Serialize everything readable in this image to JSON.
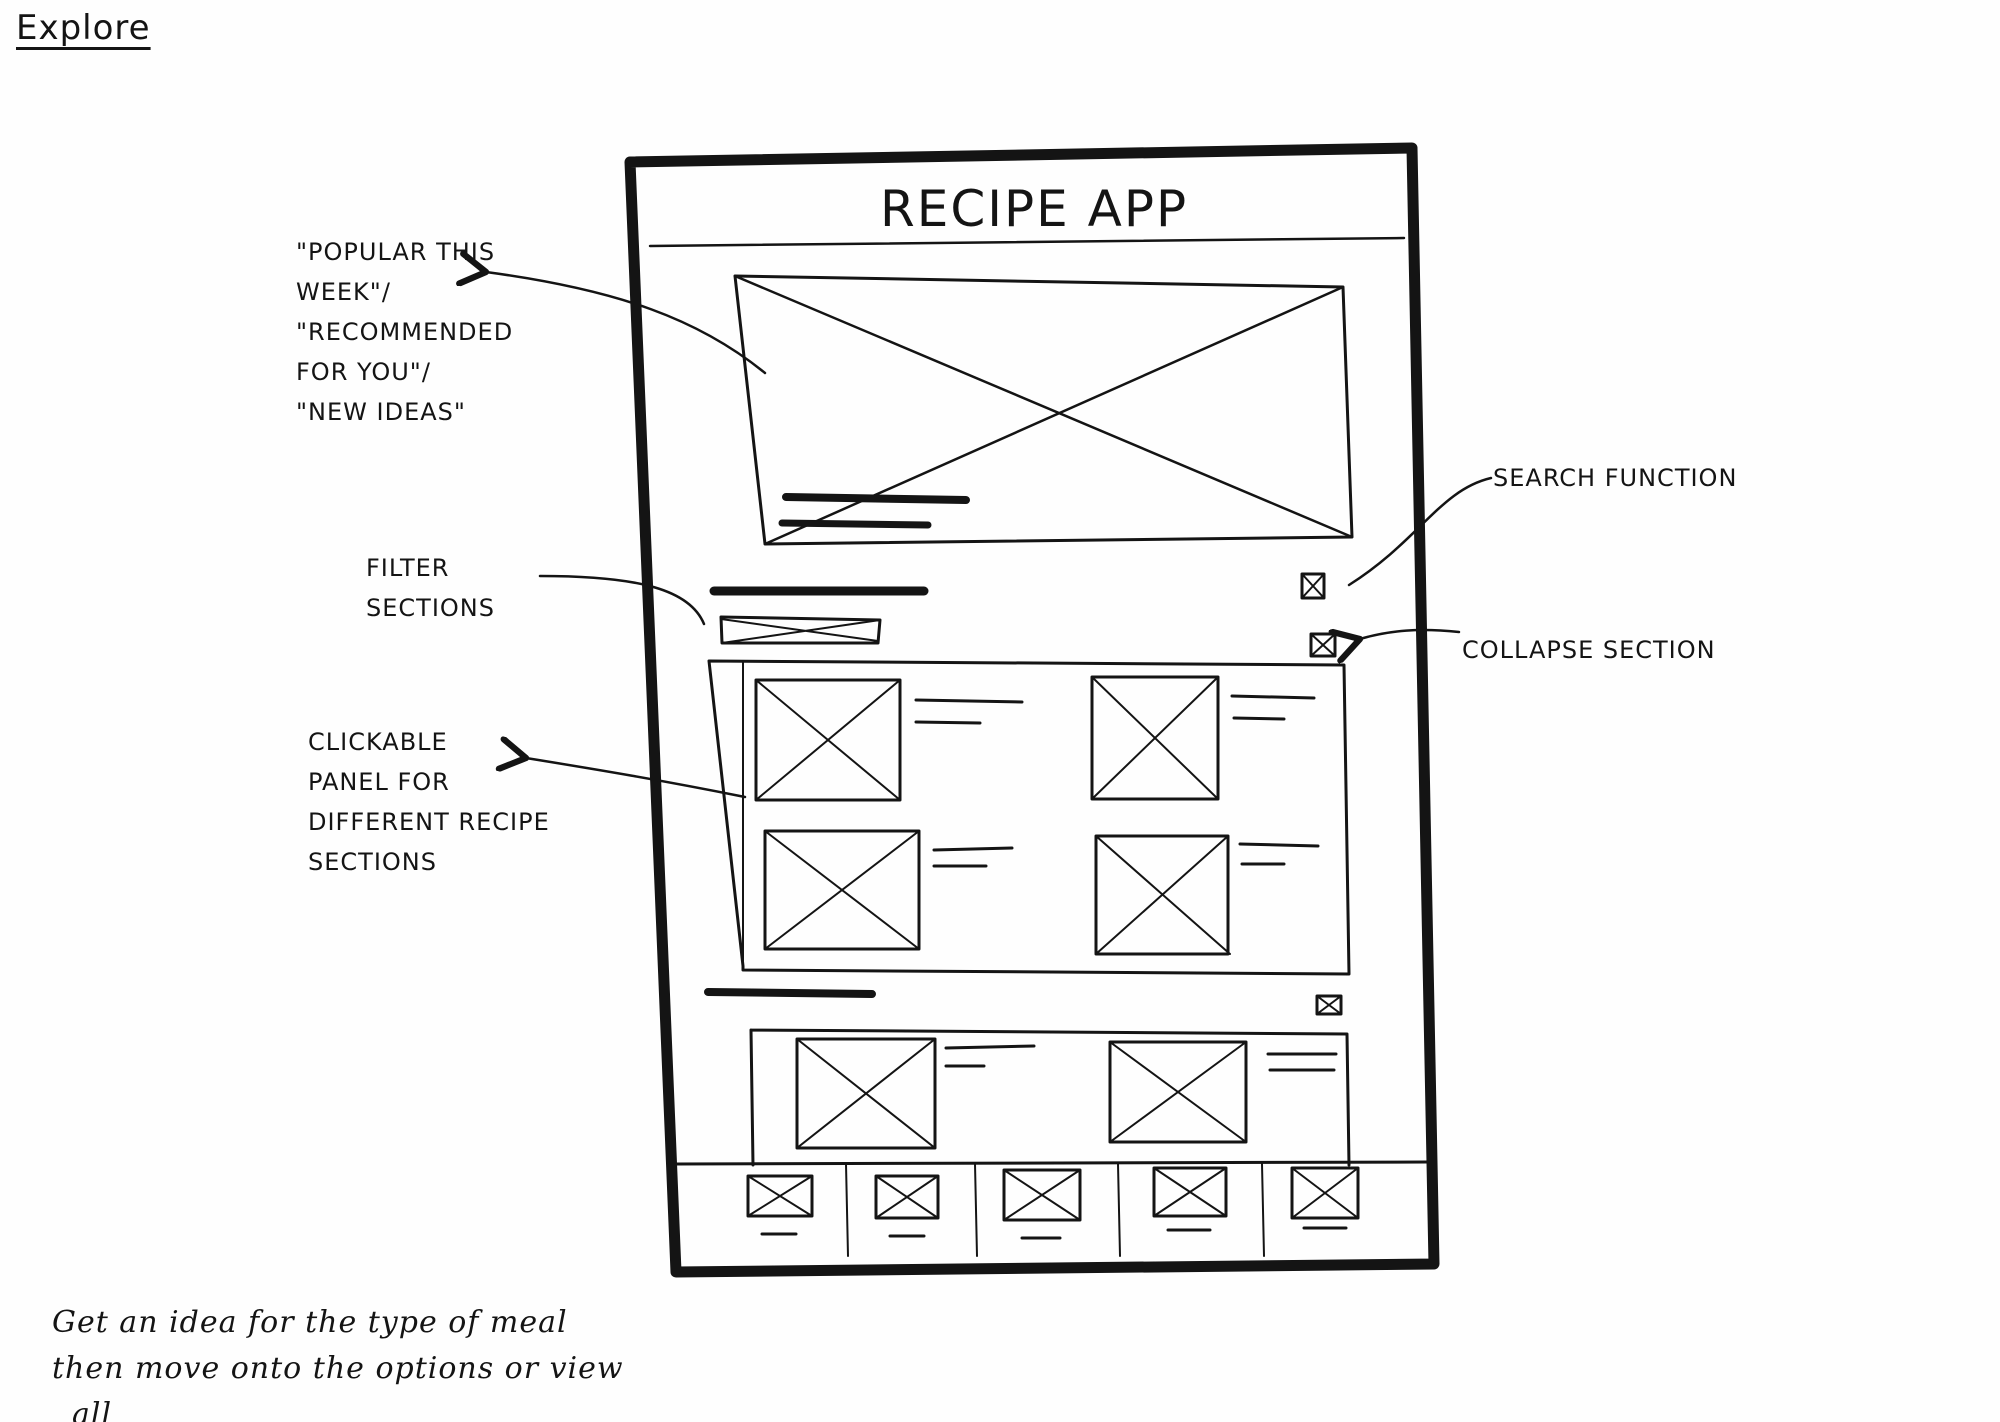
{
  "page_title": "Explore",
  "wireframe": {
    "app_title": "RECIPE APP",
    "bottom_nav_count": 5
  },
  "annotations": {
    "sections_lines": [
      "\"Popular this",
      "week\"/",
      "\"Recommended",
      "for you\"/",
      "\"New ideas\""
    ],
    "filter_lines": [
      "Filter",
      "sections"
    ],
    "panel_lines": [
      "Clickable",
      "panel for",
      "different recipe",
      "sections"
    ],
    "search": "Search function",
    "collapse": "Collapse section"
  },
  "footer_note_lines": [
    "Get an idea for the type of meal",
    "then move onto the options or view",
    "all"
  ],
  "colors": {
    "ink": "#141414",
    "paper": "#fefefe"
  }
}
